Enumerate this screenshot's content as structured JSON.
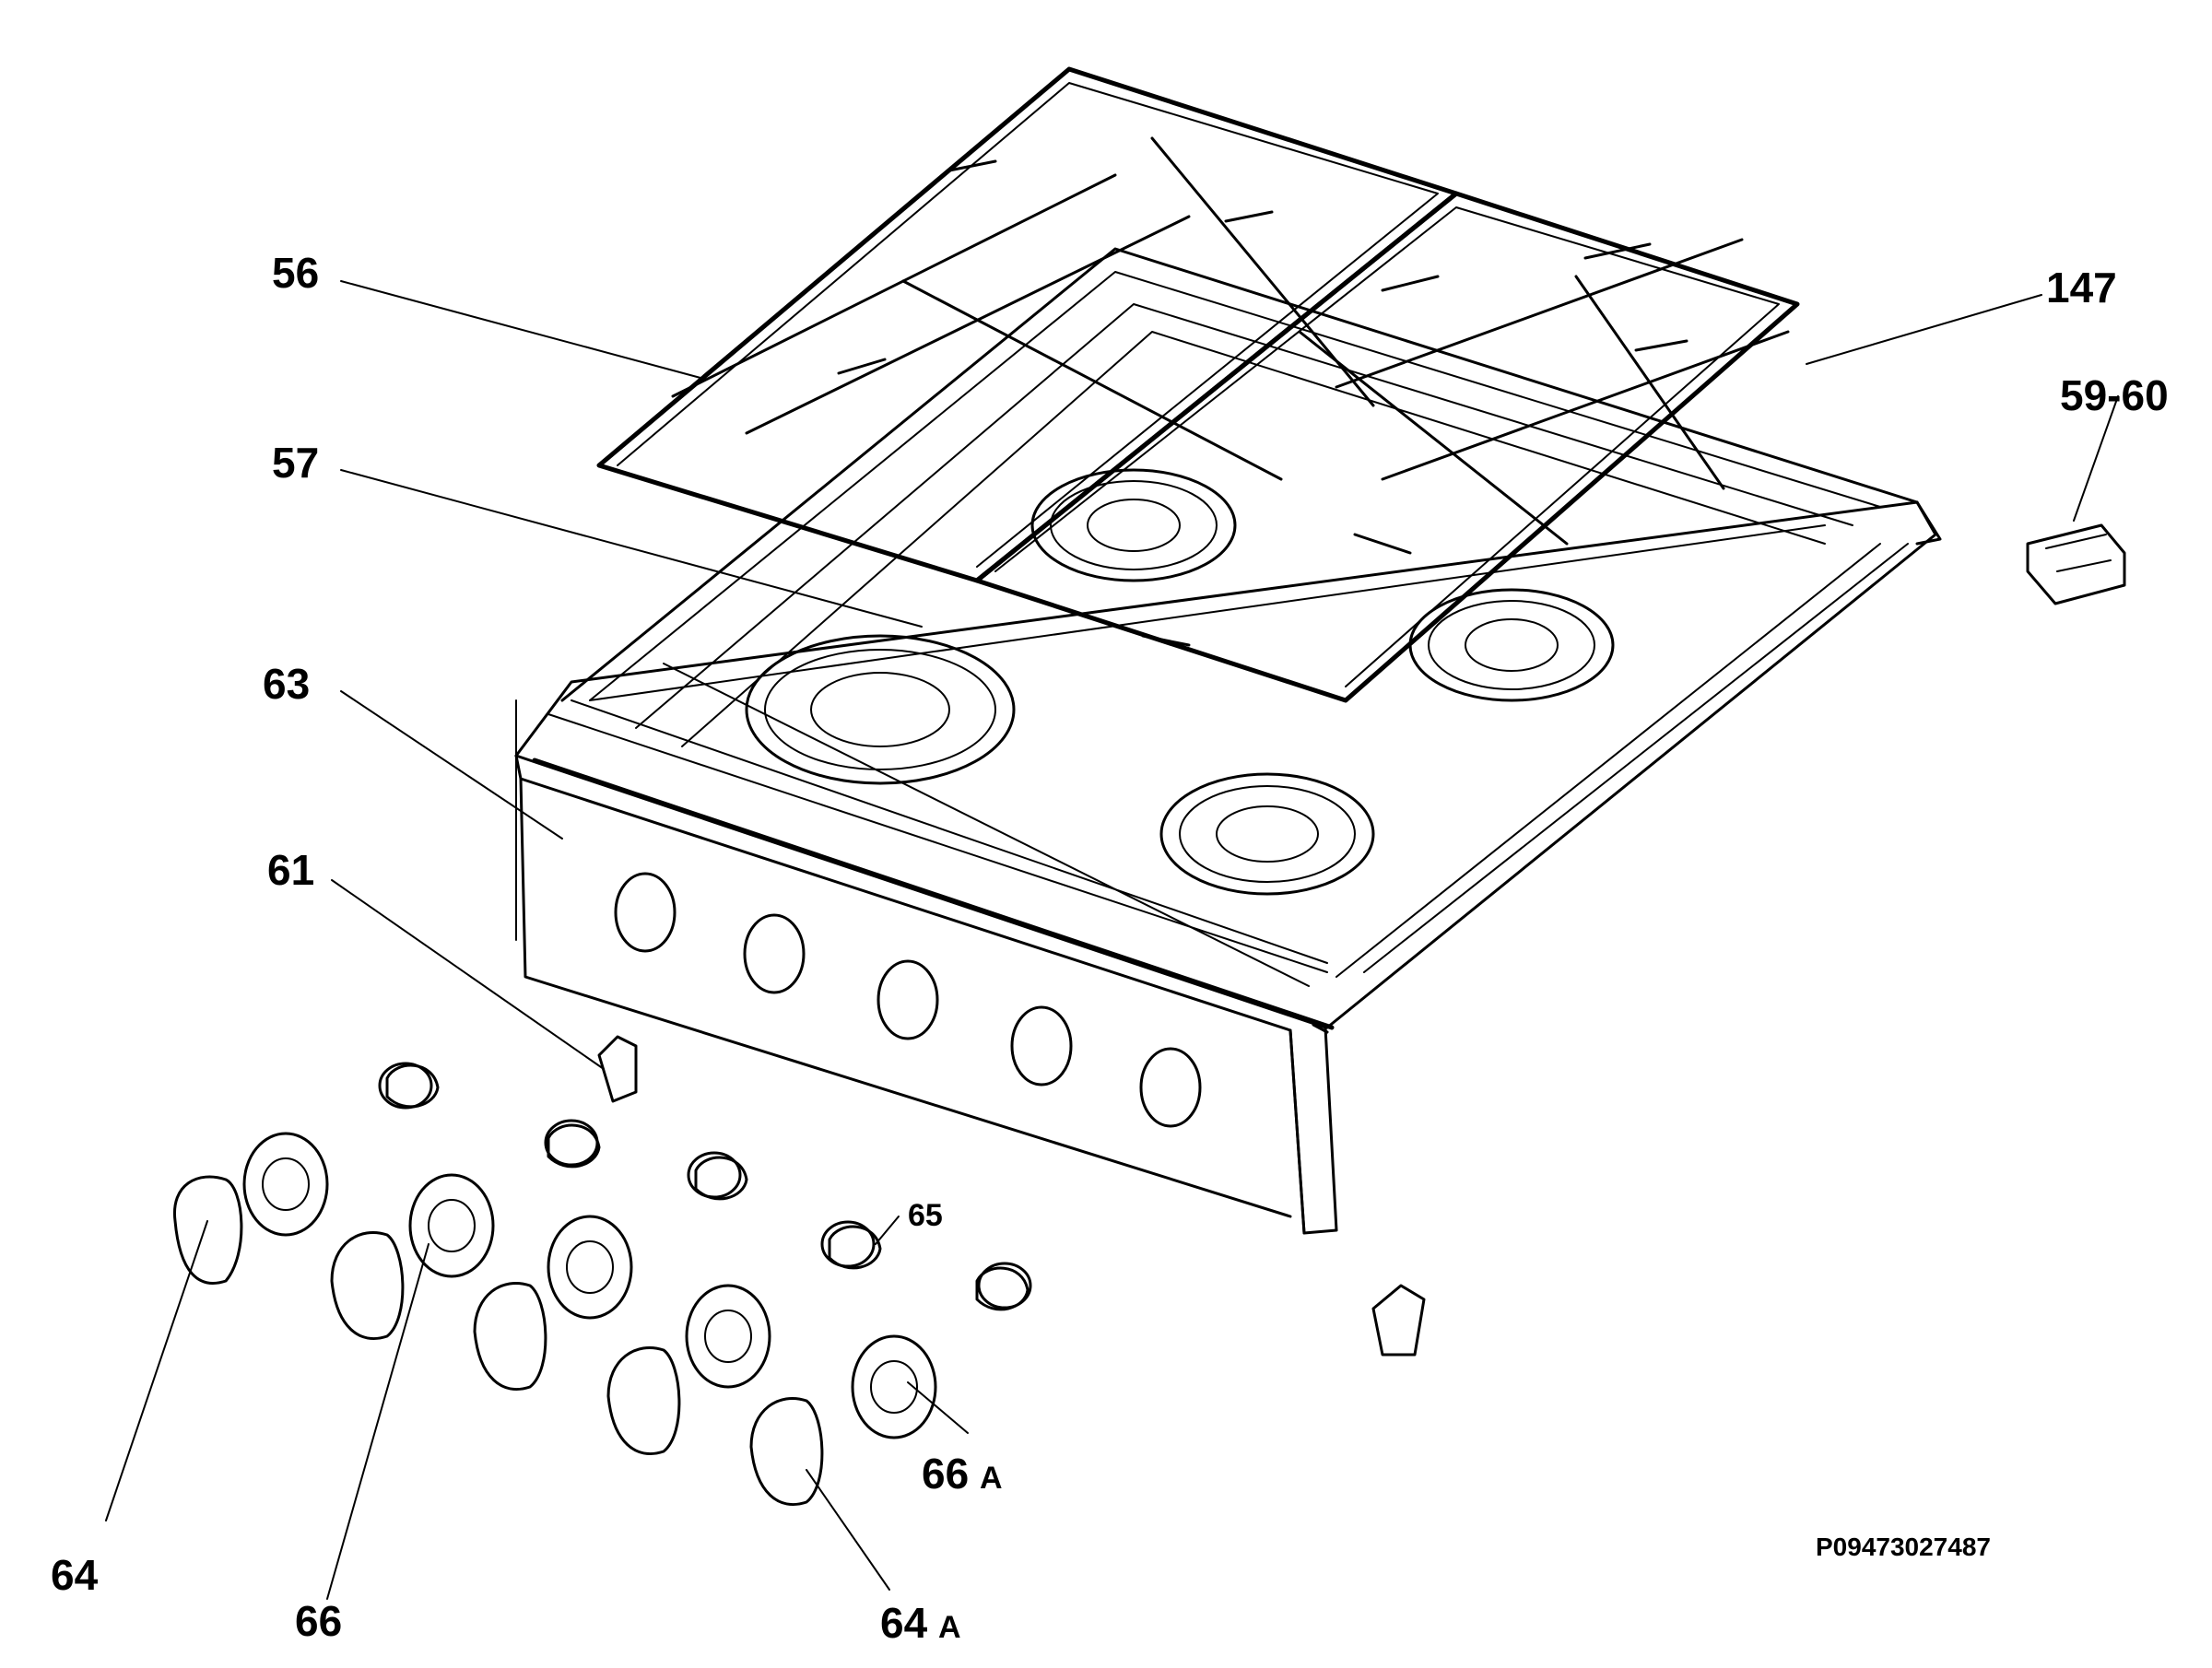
{
  "labels": {
    "l56": "56",
    "l57": "57",
    "l63": "63",
    "l61": "61",
    "l147": "147",
    "l5960": "59-60",
    "l65": "65",
    "l64": "64",
    "l66": "66",
    "l64a": "64",
    "l64a_suffix": "A",
    "l66a": "66",
    "l66a_suffix": "A"
  },
  "drawing_code": "P09473027487",
  "colors": {
    "ink": "#000000",
    "paper": "#ffffff"
  }
}
